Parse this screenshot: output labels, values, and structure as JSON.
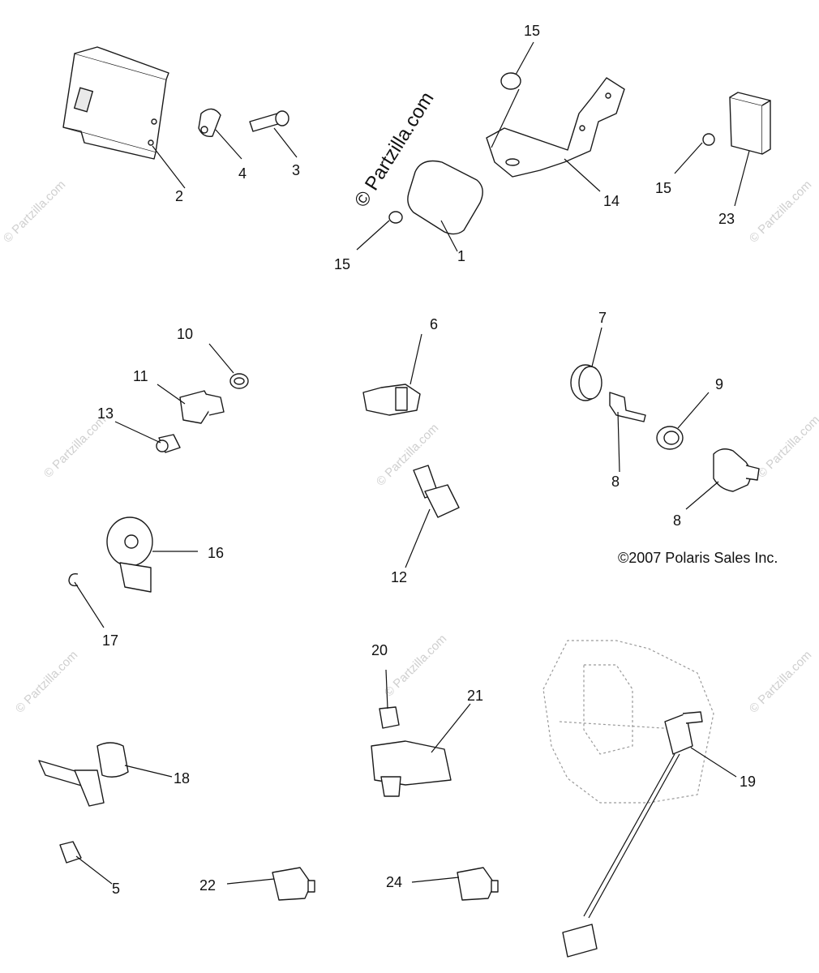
{
  "callouts": [
    "1",
    "2",
    "3",
    "4",
    "5",
    "6",
    "7",
    "8",
    "9",
    "10",
    "11",
    "12",
    "13",
    "14",
    "15",
    "16",
    "17",
    "18",
    "19",
    "20",
    "21",
    "22",
    "23",
    "24"
  ],
  "copyright": "©2007 Polaris Sales Inc.",
  "watermark": "© Partzilla.com"
}
